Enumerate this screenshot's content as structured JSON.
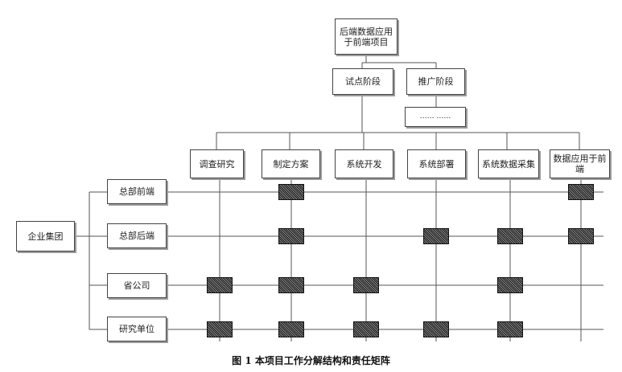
{
  "root": {
    "label": "后端数据应用于前端项目"
  },
  "phases": [
    {
      "label": "试点阶段"
    },
    {
      "label": "推广阶段"
    }
  ],
  "placeholder": {
    "label": "…… ……"
  },
  "columns": [
    {
      "label": "调查研究"
    },
    {
      "label": "制定方案"
    },
    {
      "label": "系统开发"
    },
    {
      "label": "系统部署"
    },
    {
      "label": "系统数据采集"
    },
    {
      "label": "数据应用于前端"
    }
  ],
  "group": {
    "label": "企业集团"
  },
  "rows": [
    {
      "label": "总部前端"
    },
    {
      "label": "总部后端"
    },
    {
      "label": "省公司"
    },
    {
      "label": "研究单位"
    }
  ],
  "matrix": [
    [
      0,
      1,
      0,
      0,
      0,
      1
    ],
    [
      0,
      1,
      0,
      1,
      1,
      1
    ],
    [
      1,
      1,
      1,
      0,
      1,
      0
    ],
    [
      1,
      1,
      1,
      1,
      1,
      0
    ]
  ],
  "caption": "图 1  本项目工作分解结构和责任矩阵"
}
